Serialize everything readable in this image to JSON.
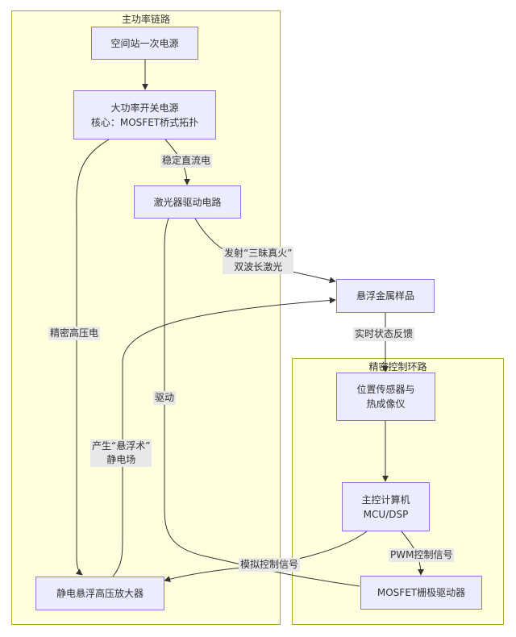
{
  "clusters": {
    "main_power_chain": "主功率链路",
    "precision_control_loop": "精密控制环路"
  },
  "nodes": {
    "station_primary_power": "空间站一次电源",
    "high_power_switch_line1": "大功率开关电源",
    "high_power_switch_line2": "核心：MOSFET桥式拓扑",
    "laser_driver": "激光器驱动电路",
    "levitated_sample": "悬浮金属样品",
    "position_sensor_line1": "位置传感器与",
    "position_sensor_line2": "热成像仪",
    "main_computer_line1": "主控计算机",
    "main_computer_line2": "MCU/DSP",
    "mosfet_gate_driver": "MOSFET栅极驱动器",
    "electrostatic_amplifier": "静电悬浮高压放大器"
  },
  "edge_labels": {
    "stable_dc": "稳定直流电",
    "emit_fire_line1": "发射“三昧真火”",
    "emit_fire_line2": "双波长激光",
    "precision_high_voltage": "精密高压电",
    "realtime_feedback": "实时状态反馈",
    "levitation_line1": "产生“悬浮术”",
    "levitation_line2": "静电场",
    "drive": "驱动",
    "pwm_signal": "PWM控制信号",
    "analog_signal": "模拟控制信号"
  }
}
